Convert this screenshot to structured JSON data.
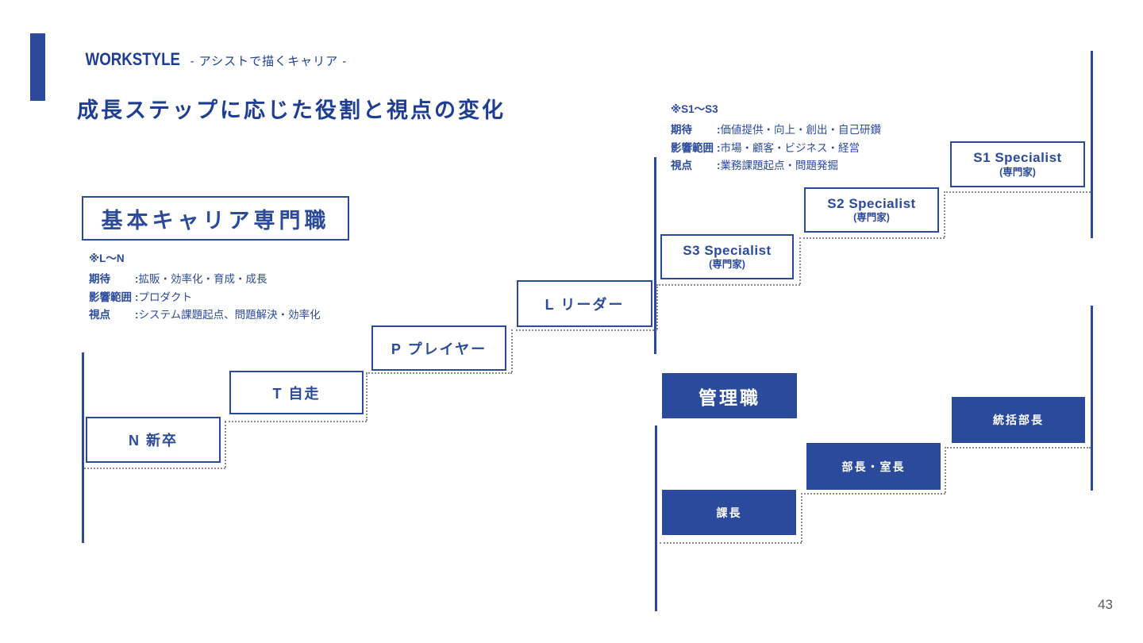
{
  "slide": {
    "eyebrow": "WORKSTYLE",
    "eyebrow_subtitle": "- アシストで描くキャリア -",
    "title": "成長ステップに応じた役割と視点の変化",
    "page_number": "43"
  },
  "colon": ":",
  "basic_track": {
    "label": "基本キャリア専門職",
    "note_scope": "※L〜N",
    "notes": [
      {
        "label": "期待",
        "value": "拡販・効率化・育成・成長"
      },
      {
        "label": "影響範囲",
        "value": "プロダクト"
      },
      {
        "label": "視点",
        "value": "システム課題起点、問題解決・効率化"
      }
    ],
    "steps": [
      {
        "label": "N 新卒"
      },
      {
        "label": "T 自走"
      },
      {
        "label": "P プレイヤー"
      },
      {
        "label": "L リーダー"
      }
    ]
  },
  "specialist_track": {
    "note_scope": "※S1〜S3",
    "notes": [
      {
        "label": "期待",
        "value": "価値提供・向上・創出・自己研鑽"
      },
      {
        "label": "影響範囲",
        "value": "市場・顧客・ビジネス・経営"
      },
      {
        "label": "視点",
        "value": "業務課題起点・問題発掘"
      }
    ],
    "steps": [
      {
        "title": "S3 Specialist",
        "subtitle": "(専門家)"
      },
      {
        "title": "S2 Specialist",
        "subtitle": "(専門家)"
      },
      {
        "title": "S1 Specialist",
        "subtitle": "(専門家)"
      }
    ]
  },
  "management_track": {
    "label": "管理職",
    "steps": [
      {
        "label": "課長"
      },
      {
        "label": "部長・室長"
      },
      {
        "label": "統括部長"
      }
    ]
  },
  "colors": {
    "accent": "#2b4a9c",
    "accent_dark": "#1e3e94",
    "dotted_line": "#8e8e88",
    "page_number": "#595959"
  }
}
